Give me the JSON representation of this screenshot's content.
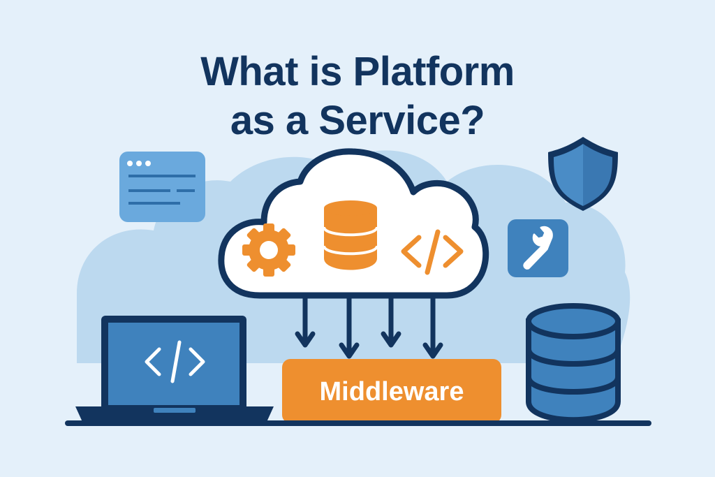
{
  "title": {
    "line1": "What is Platform",
    "line2": "as a Service?"
  },
  "middleware": {
    "label": "Middleware"
  },
  "icons": {
    "browser_window": "browser-window-icon",
    "cloud": "cloud-icon",
    "gear": "gear-icon",
    "database_cloud": "database-icon",
    "code": "code-icon",
    "shield": "shield-icon",
    "wrench": "wrench-icon",
    "laptop": "laptop-icon",
    "laptop_code": "code-icon",
    "database_storage": "database-icon",
    "arrows": "arrow-down-icon"
  },
  "colors": {
    "background": "#e4f0fa",
    "background_cloud": "#bcd9ef",
    "navy": "#12345e",
    "blue": "#3f82bd",
    "light_blue": "#6aa9dd",
    "orange": "#ee8f2f",
    "white": "#ffffff"
  }
}
